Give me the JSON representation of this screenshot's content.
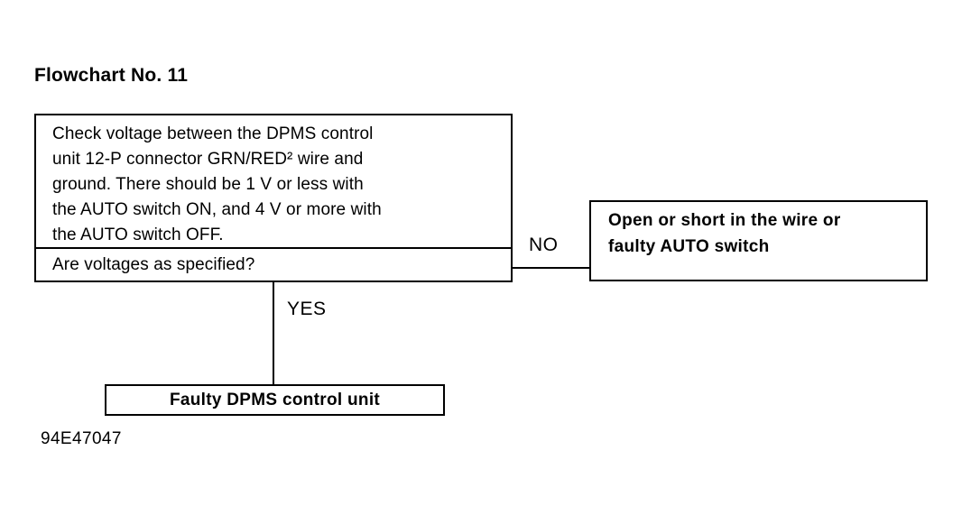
{
  "title": "Flowchart No. 11",
  "decision": {
    "body": "Check voltage between the DPMS control\nunit 12-P connector GRN/RED² wire and\nground. There should be 1 V or less with\nthe AUTO switch ON, and 4 V or more with\nthe AUTO switch OFF.",
    "question": "Are voltages as specified?"
  },
  "branches": {
    "no": {
      "label": "NO",
      "result": "Open or short in the wire or\nfaulty AUTO switch"
    },
    "yes": {
      "label": "YES",
      "result": "Faulty DPMS control unit"
    }
  },
  "caption": "94E47047",
  "colors": {
    "ink": "#000000",
    "background": "#ffffff"
  }
}
